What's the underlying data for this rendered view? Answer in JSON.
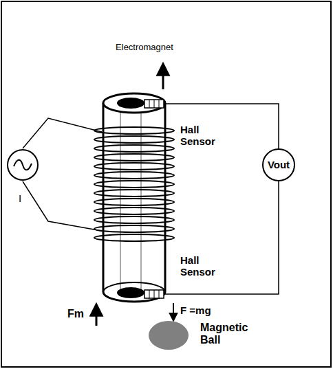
{
  "diagram": {
    "nodes": [
      {
        "text": [
          "Vout"
        ]
      },
      {
        "text": [
          "Magnetic Ball"
        ]
      }
    ],
    "labels": [
      "Electromagnet",
      "Hall Sensor",
      "Hall Sensor",
      "I",
      "Fm",
      "F =mg"
    ]
  }
}
